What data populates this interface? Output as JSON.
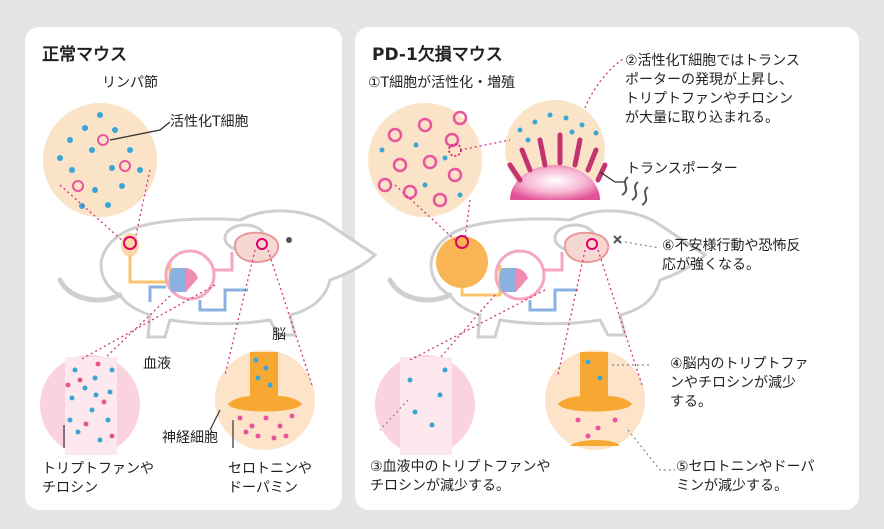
{
  "left_panel": {
    "title": "正常マウス",
    "lymph_node_label": "リンパ節",
    "activated_t_cell_label": "活性化T細胞",
    "brain_label": "脳",
    "blood_label": "血液",
    "neuron_label": "神経細胞",
    "blood_caption_line1": "トリプトファンや",
    "blood_caption_line2": "チロシン",
    "brain_caption_line1": "セロトニンや",
    "brain_caption_line2": "ドーパミン"
  },
  "right_panel": {
    "title": "PD-1欠損マウス",
    "step1": "①T細胞が活性化・増殖",
    "step2_line1": "②活性化T細胞ではトランス",
    "step2_line2": "ポーターの発現が上昇し、",
    "step2_line3": "トリプトファンやチロシン",
    "step2_line4": "が大量に取り込まれる。",
    "transporter_label": "トランスポーター",
    "step6_line1": "⑥不安様行動や恐怖反",
    "step6_line2": "応が強くなる。",
    "step4_line1": "④脳内のトリプトファ",
    "step4_line2": "ンやチロシンが減少",
    "step4_line3": "する。",
    "step3_line1": "③血液中のトリプトファンや",
    "step3_line2": "チロシンが減少する。",
    "step5_line1": "⑤セロトニンやドーパ",
    "step5_line2": "ミンが減少する。"
  },
  "colors": {
    "background": "#e6e5e3",
    "panel": "#ffffff",
    "lymph_circle": "#fbe3c7",
    "t_cell": "#e8559e",
    "molecule": "#3aa6d8",
    "blood_circle": "#fbd3de",
    "neuron": "#f7a833",
    "magenta_ring": "#e0006b",
    "dotted_line": "#d2357f"
  }
}
